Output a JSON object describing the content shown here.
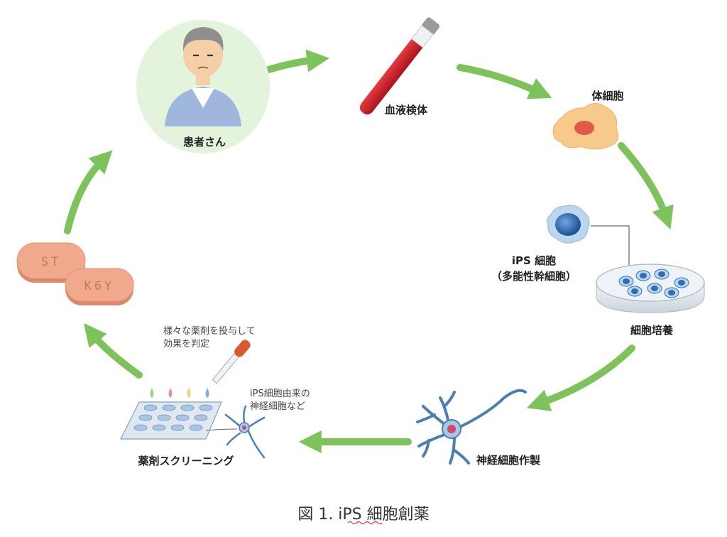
{
  "labels": {
    "patient": "患者さん",
    "blood": "血液検体",
    "somatic": "体細胞",
    "ips_line1": "iPS 細胞",
    "ips_line2": "（多能性幹細胞）",
    "culture": "細胞培養",
    "neuron_make": "神経細胞作製",
    "screening": "薬剤スクリーニング",
    "note_drug_line1": "様々な薬剤を投与して",
    "note_drug_line2": "効果を判定",
    "note_neuron_line1": "iPS細胞由来の",
    "note_neuron_line2": "神経細胞など"
  },
  "pill_text": {
    "pill1": "ST",
    "pill2": "K6Y"
  },
  "caption": "図 1.  iPS 細胞創薬",
  "colors": {
    "arrow": "#7dc25a",
    "patient_bg": "#e3f3dc",
    "blood": "#c8202a",
    "somatic": "#f7c98a",
    "nucleus": "#e05a4a",
    "ips": "#2f6fb8",
    "neuron": "#4a7fb5",
    "pill": "#f0a98c"
  }
}
